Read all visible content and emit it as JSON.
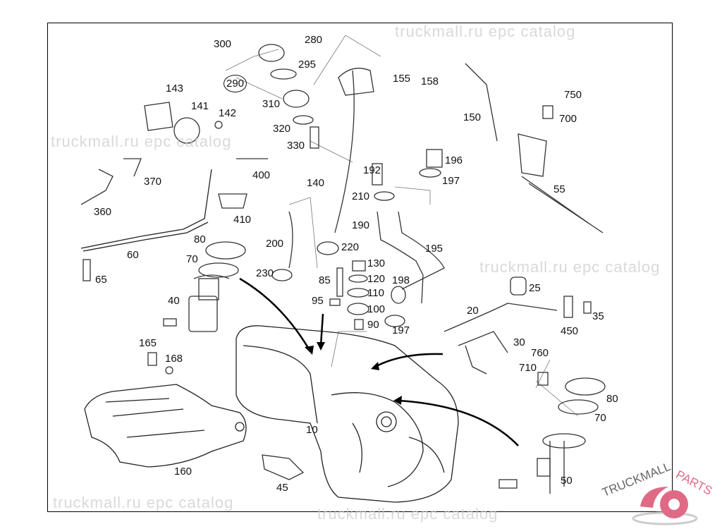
{
  "watermark": "truckmall.ru epc catalog",
  "logo": {
    "part1": "TRUCKMALL",
    "part2": "PARTS",
    "accent": "#e06a86"
  },
  "colors": {
    "line": "#111111",
    "part_outline": "#333333",
    "watermark": "#c9c9c9"
  },
  "labels": [
    "300",
    "290",
    "295",
    "280",
    "155",
    "158",
    "310",
    "320",
    "330",
    "143",
    "141",
    "142",
    "150",
    "750",
    "700",
    "370",
    "360",
    "400",
    "410",
    "140",
    "192",
    "196",
    "197",
    "210",
    "55",
    "190",
    "60",
    "80",
    "70",
    "200",
    "220",
    "195",
    "130",
    "120",
    "110",
    "100",
    "90",
    "85",
    "95",
    "230",
    "198",
    "65",
    "40",
    "25",
    "20",
    "35",
    "450",
    "197",
    "30",
    "760",
    "710",
    "165",
    "168",
    "80",
    "70",
    "10",
    "160",
    "45",
    "50"
  ]
}
